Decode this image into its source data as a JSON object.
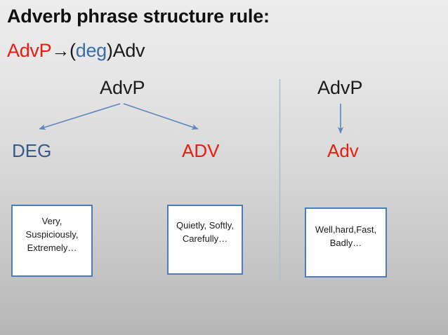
{
  "slide": {
    "title": "Adverb phrase structure rule:",
    "background_top_color": "#ededed",
    "background_bottom_color": "#b6b6b6"
  },
  "rule": {
    "lhs": "AdvP",
    "arrow": "→",
    "open_paren": "(",
    "optional": "deg",
    "close_paren": ")",
    "head": "Adv",
    "lhs_color": "#ee1c10",
    "optional_color": "#3a6ca8"
  },
  "tree_left": {
    "root_label": "AdvP",
    "left_child_label": "DEG",
    "left_child_color": "#36598c",
    "right_child_label": "ADV",
    "right_child_color": "#ee1c10",
    "branch_color": "#5b86bf"
  },
  "tree_right": {
    "root_label": "AdvP",
    "child_label": "Adv",
    "child_color": "#ee1c10",
    "branch_color": "#5b86bf"
  },
  "divider": {
    "color": "#aebdd4"
  },
  "examples": [
    {
      "name": "deg-examples",
      "line1": "Very,",
      "line2": "Suspiciously,",
      "line3": "Extremely…",
      "border_color": "#4a7ebb"
    },
    {
      "name": "adv-examples",
      "line1": "Quietly, Softly,",
      "line2": "Carefully…",
      "line3": "",
      "border_color": "#4a7ebb"
    },
    {
      "name": "adv-right-examples",
      "line1": "Well,hard,Fast,",
      "line2": "Badly…",
      "line3": "",
      "border_color": "#4a7ebb"
    }
  ]
}
